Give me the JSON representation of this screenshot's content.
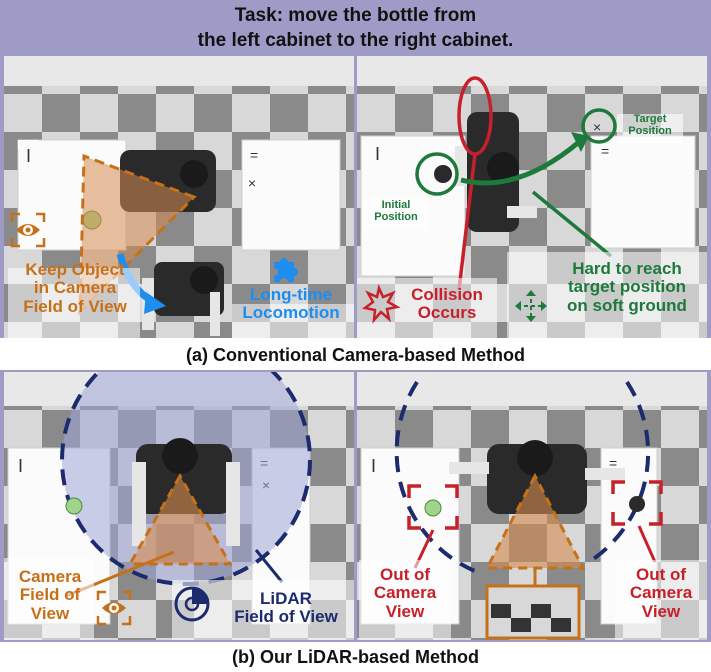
{
  "task": {
    "line1": "Task: move the bottle from",
    "line2": "the left cabinet to the right cabinet."
  },
  "section_a": {
    "caption": "(a) Conventional Camera-based Method",
    "left_panel": {
      "keep_object": [
        "Keep Object",
        "in Camera",
        "Field of View"
      ],
      "long_time": [
        "Long-time",
        "Locomotion"
      ]
    },
    "right_panel": {
      "target_position": [
        "Target",
        "Position"
      ],
      "initial_position": [
        "Initial",
        "Position"
      ],
      "collision": [
        "Collision",
        "Occurs"
      ],
      "hard_to_reach": [
        "Hard to reach",
        "target position",
        "on soft ground"
      ]
    }
  },
  "section_b": {
    "caption": "(b) Our LiDAR-based Method",
    "left_panel": {
      "camera_fov": [
        "Camera",
        "Field of",
        "View"
      ],
      "lidar_fov": [
        "LiDAR",
        "Field of View"
      ]
    },
    "right_panel": {
      "out_left": [
        "Out of",
        "Camera",
        "View"
      ],
      "out_right": [
        "Out of",
        "Camera",
        "View"
      ]
    }
  },
  "colors": {
    "header_bg": "#9e9cc7",
    "orange": "#c7701a",
    "blue": "#1d8ef0",
    "red": "#c8202a",
    "green": "#1d7a3a",
    "navy": "#1c2a6e"
  },
  "icons": [
    "eye-icon",
    "puzzle-icon",
    "collision-icon",
    "move-icon",
    "radar-icon"
  ]
}
